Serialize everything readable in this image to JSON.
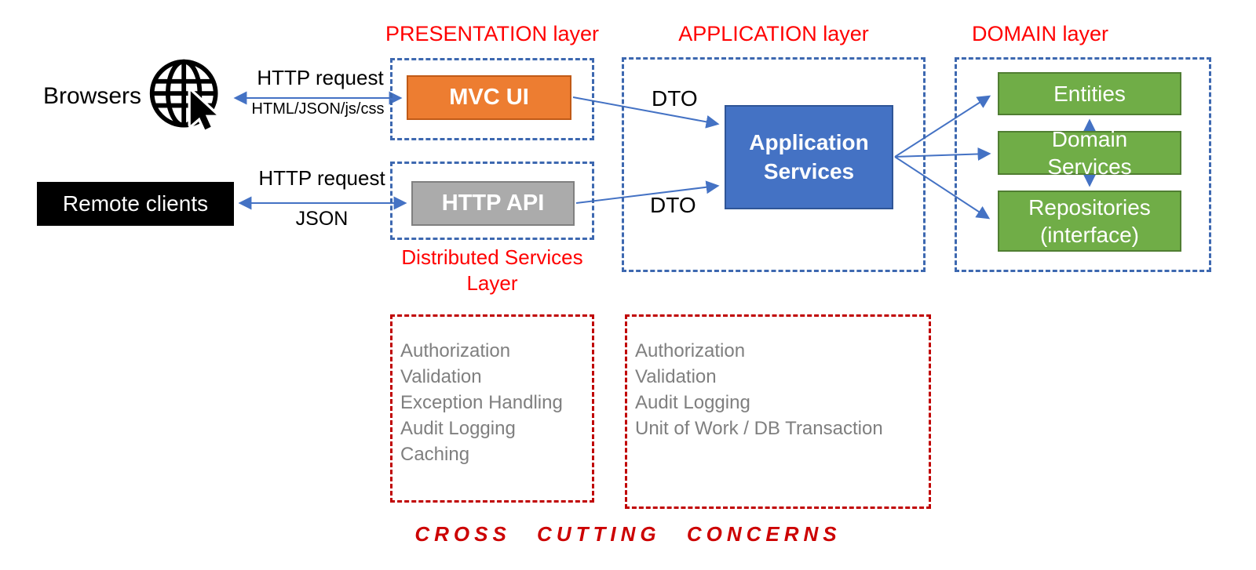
{
  "colors": {
    "arrow_blue": "#4472C4",
    "dashed_layer_blue": "#3D68B0",
    "dashed_red": "#C00000",
    "title_red": "#FF0000",
    "orange_fill": "#ED7D31",
    "orange_border": "#C05A17",
    "gray_fill": "#ABABAB",
    "gray_border": "#808080",
    "blue_fill": "#4472C4",
    "blue_border": "#2F5597",
    "green_fill": "#70AD47",
    "green_border": "#507E32",
    "list_gray": "#7F7F7F",
    "black": "#000000"
  },
  "actors": {
    "browsers": "Browsers",
    "remote_clients": "Remote clients"
  },
  "connections": {
    "browser_request": "HTTP request",
    "browser_response": "HTML/JSON/js/css",
    "remote_request": "HTTP request",
    "remote_response": "JSON",
    "dto_top": "DTO",
    "dto_bottom": "DTO"
  },
  "layers": {
    "presentation": {
      "title": "PRESENTATION layer",
      "mvc_ui": "MVC UI",
      "http_api": "HTTP API"
    },
    "distributed": {
      "title": "Distributed Services Layer"
    },
    "application": {
      "title": "APPLICATION layer",
      "service_box": "Application Services"
    },
    "domain": {
      "title": "DOMAIN layer",
      "entities": "Entities",
      "domain_services": "Domain Services",
      "repositories": "Repositories (interface)"
    }
  },
  "cross_cutting": {
    "left_items": [
      "Authorization",
      "Validation",
      "Exception Handling",
      "Audit Logging",
      "Caching"
    ],
    "right_items": [
      "Authorization",
      "Validation",
      "Audit Logging",
      "Unit of Work / DB Transaction"
    ],
    "footer": "CROSS CUTTING CONCERNS"
  }
}
